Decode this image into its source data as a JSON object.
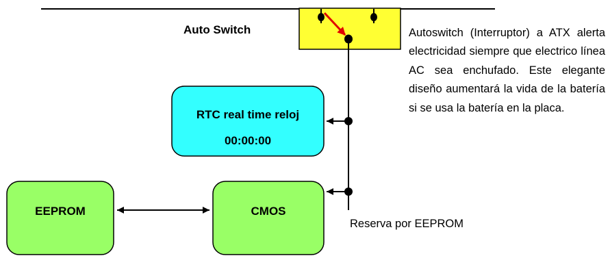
{
  "auto_switch": {
    "label": "Auto Switch"
  },
  "rtc": {
    "title": "RTC real time reloj",
    "time": "00:00:00"
  },
  "eeprom": {
    "label": "EEPROM"
  },
  "cmos": {
    "label": "CMOS"
  },
  "description": "Autoswitch (Interruptor) a ATX alerta electricidad siempre que electrico línea AC sea enchufado. Este elegante diseño aumentará la vida de la batería si se usa la batería en la placa.",
  "reserve_note": "Reserva por EEPROM",
  "colors": {
    "switch_box": "#ffff33",
    "rtc_box": "#33ffff",
    "chip_box": "#99ff66",
    "switch_arrow": "#e00000",
    "line": "#000000"
  }
}
